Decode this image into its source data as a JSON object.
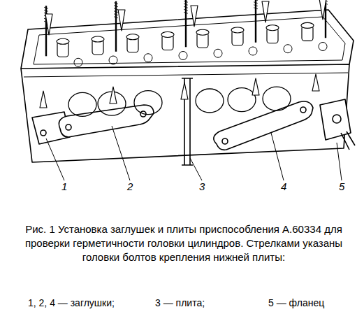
{
  "diagram": {
    "caption": "Рис. 1 Установка заглушек и плиты приспособления А.60334 для проверки герметичности головки цилиндров. Стрелками указаны головки болтов крепления нижней плиты:",
    "labels": [
      "1",
      "2",
      "3",
      "4",
      "5",
      "1, 2, 4 — заглушки;",
      "3 — плита;",
      "5 — фланец"
    ]
  }
}
